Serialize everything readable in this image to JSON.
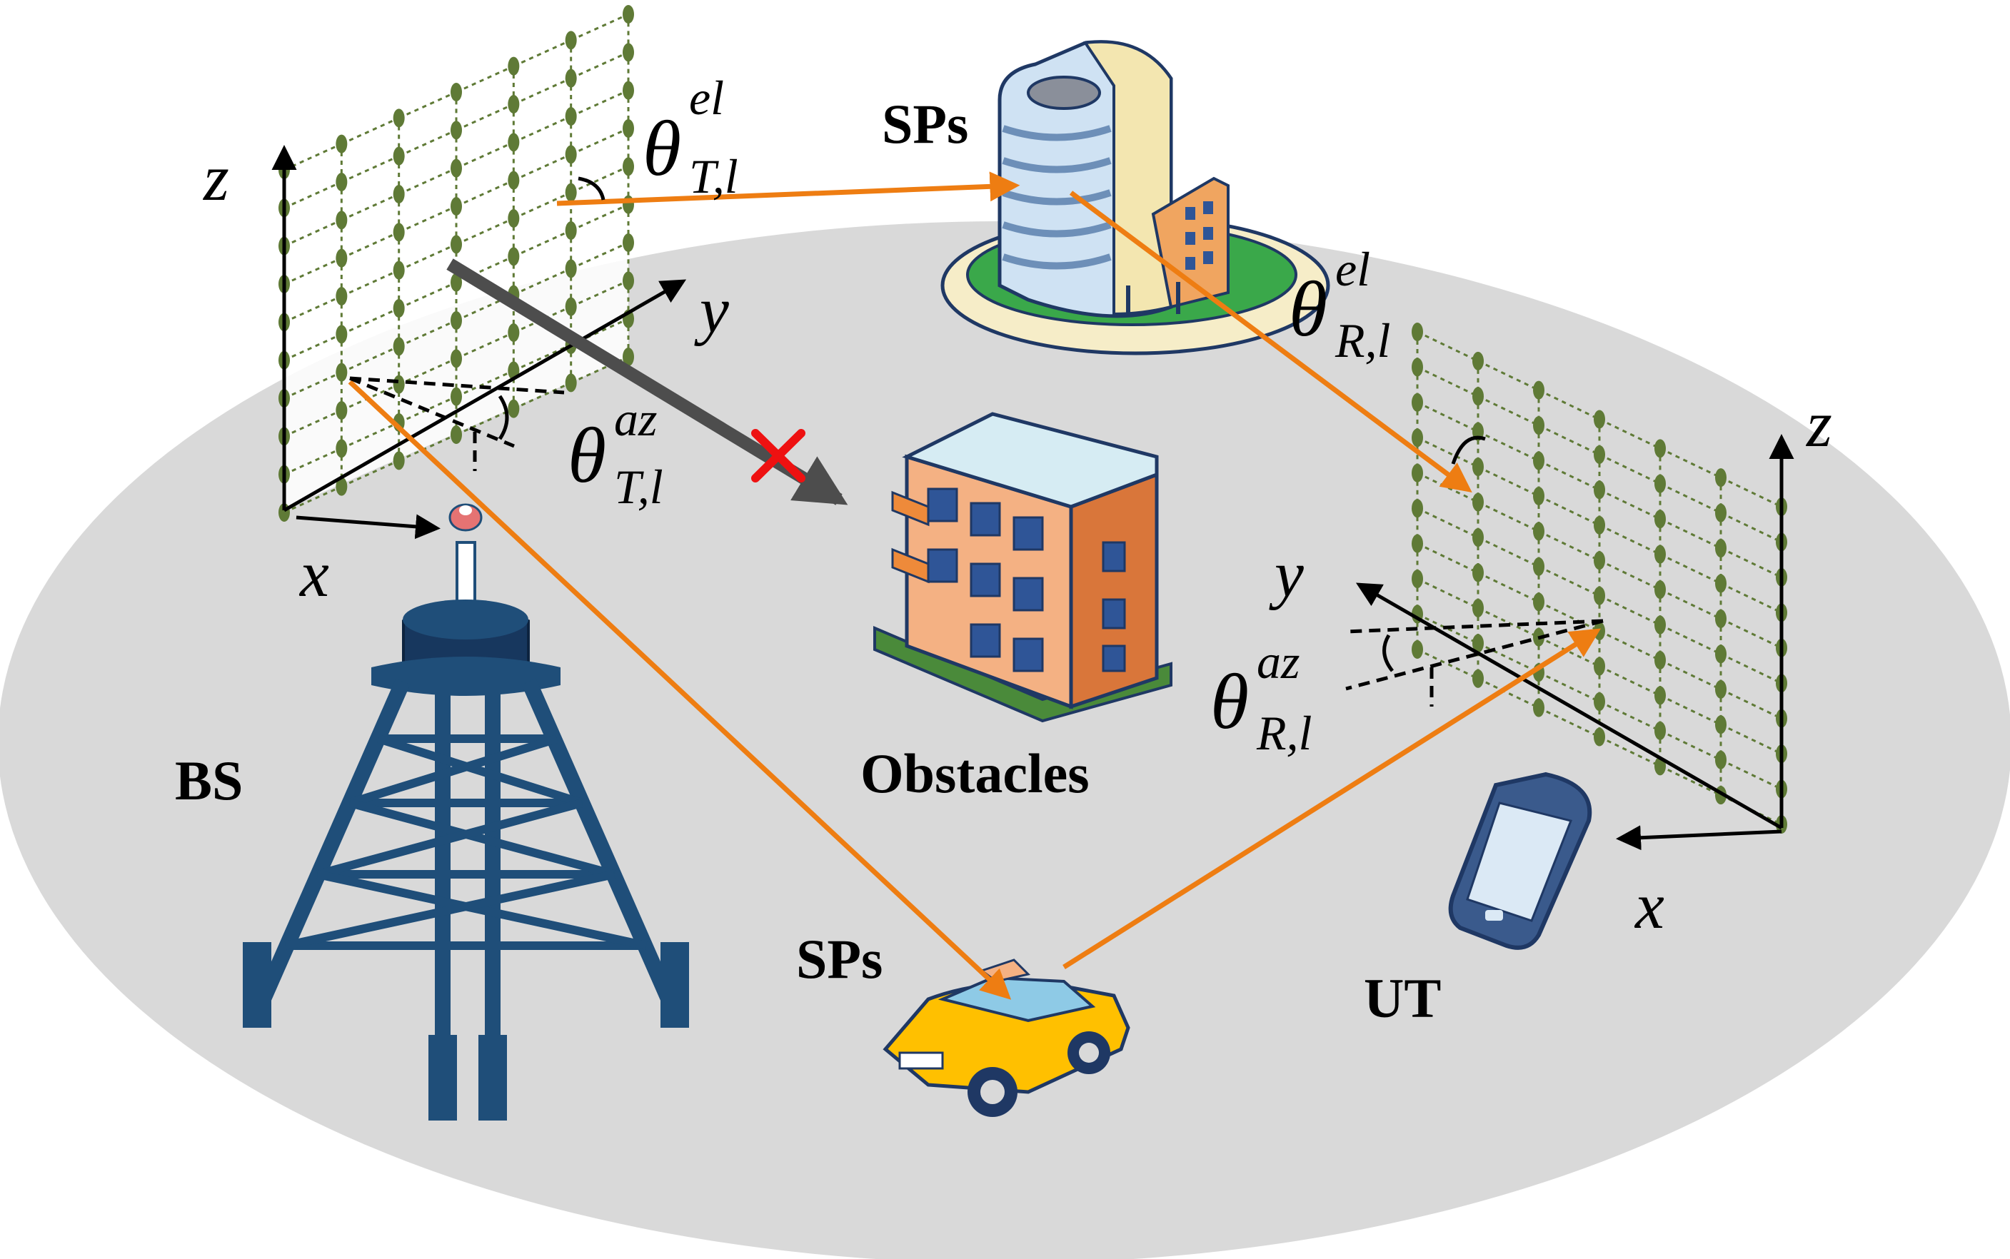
{
  "labels": {
    "bs": "BS",
    "ut": "UT",
    "obstacles": "Obstacles",
    "sps_building": "SPs",
    "sps_car": "SPs"
  },
  "axes": {
    "tx": {
      "z": "z",
      "y": "y",
      "x": "x"
    },
    "rx": {
      "z": "z",
      "y": "y",
      "x": "x"
    }
  },
  "angles": {
    "tx_el": {
      "symbol": "θ",
      "sup": "el",
      "sub": "T,l"
    },
    "tx_az": {
      "symbol": "θ",
      "sup": "az",
      "sub": "T,l"
    },
    "rx_el": {
      "symbol": "θ",
      "sup": "el",
      "sub": "R,l"
    },
    "rx_az": {
      "symbol": "θ",
      "sup": "az",
      "sub": "R,l"
    }
  },
  "colors": {
    "ground": "#d9d9d9",
    "path": "#ee7d12",
    "blocked_path": "#4d4d4d",
    "block_mark": "#ee1111",
    "array_element": "#5f7a36",
    "tower": "#1f4e79"
  }
}
